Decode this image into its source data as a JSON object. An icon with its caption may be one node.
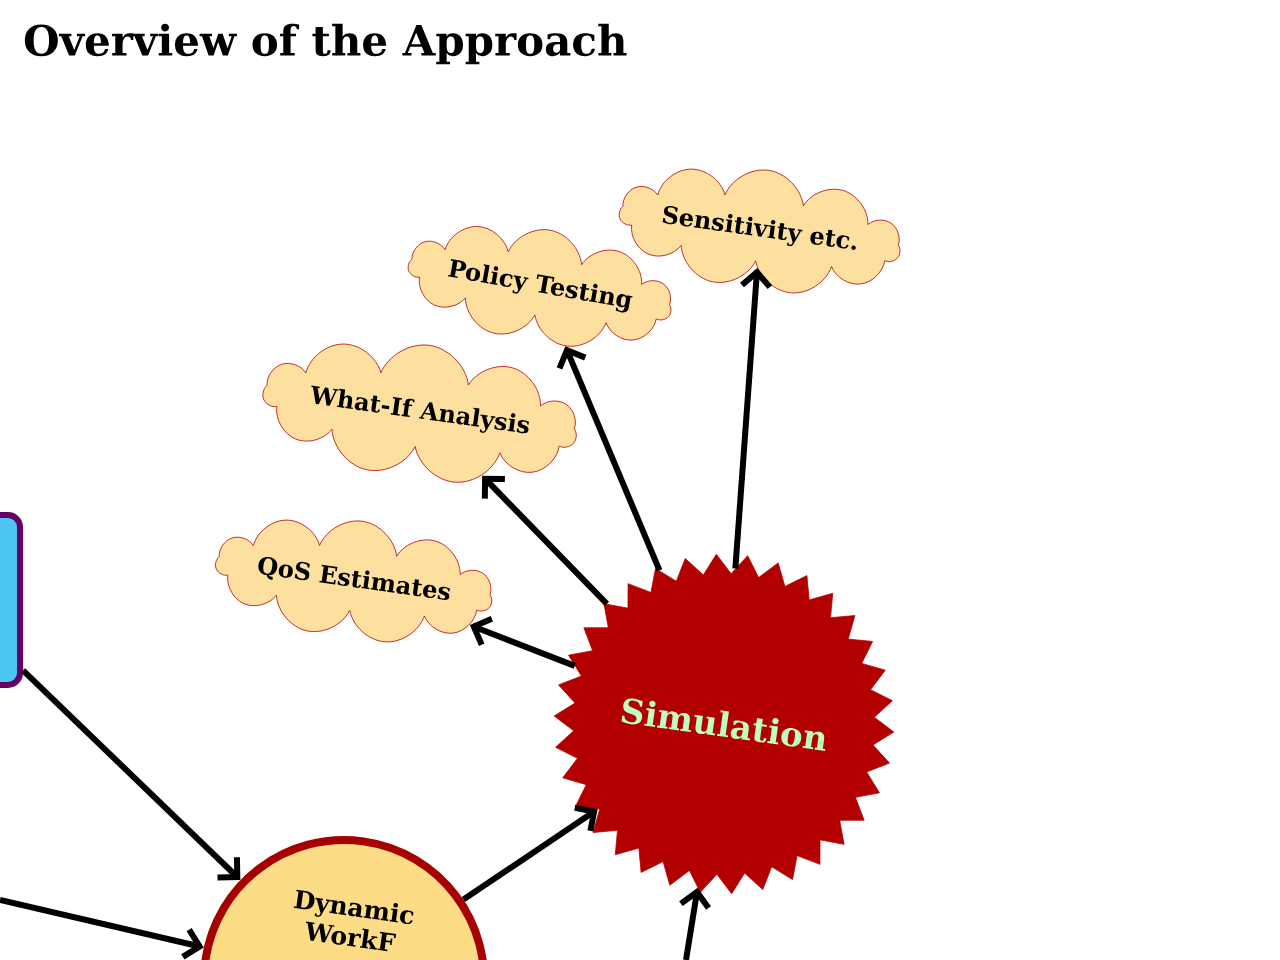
{
  "diagram": {
    "title": "Overview of the Approach",
    "nodes": [
      {
        "text": [],
        "shape": "box"
      },
      {
        "text": [
          "Dynamic WorkF"
        ]
      },
      {
        "text": [
          "Simulation"
        ]
      },
      {
        "text": [
          "QoS Estimates"
        ]
      },
      {
        "text": [
          "What-If Analysis"
        ]
      },
      {
        "text": [
          "Policy Testing"
        ]
      },
      {
        "text": [
          "Sensitivity etc."
        ]
      }
    ],
    "edges": [
      {
        "from": 0,
        "to": 1,
        "arrow": "to"
      },
      {
        "from": null,
        "to": 1,
        "arrow": "to"
      },
      {
        "from": 1,
        "to": 2,
        "arrow": "to"
      },
      {
        "from": 2,
        "to": 3,
        "arrow": "to"
      },
      {
        "from": 2,
        "to": 4,
        "arrow": "to"
      },
      {
        "from": 2,
        "to": 5,
        "arrow": "to"
      },
      {
        "from": 2,
        "to": 6,
        "arrow": "to"
      },
      {
        "from": null,
        "to": 2,
        "arrow": "to"
      }
    ]
  }
}
